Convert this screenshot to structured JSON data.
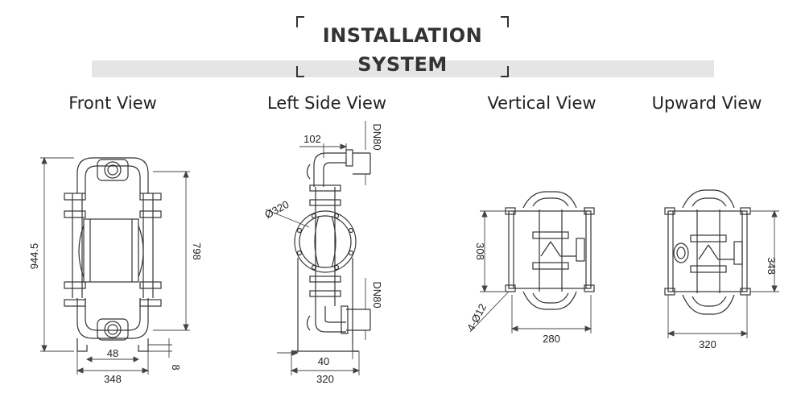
{
  "header": {
    "line1": "INSTALLATION",
    "line2": "SYSTEM"
  },
  "views": [
    {
      "title": "Front View"
    },
    {
      "title": "Left Side View"
    },
    {
      "title": "Vertical View"
    },
    {
      "title": "Upward View"
    }
  ],
  "dimensions": {
    "front": {
      "height": "944.5",
      "inner_height": "798",
      "base_inner": "48",
      "base_width": "348",
      "foot": "8"
    },
    "side": {
      "offset_top": "102",
      "port_top": "DN80",
      "diameter": "Ø320",
      "port_bottom": "DN80",
      "base_offset": "40",
      "base_width": "320"
    },
    "vertical": {
      "depth": "308",
      "holes": "4-Ø12",
      "width": "280"
    },
    "upward": {
      "depth": "348",
      "width": "320"
    }
  }
}
